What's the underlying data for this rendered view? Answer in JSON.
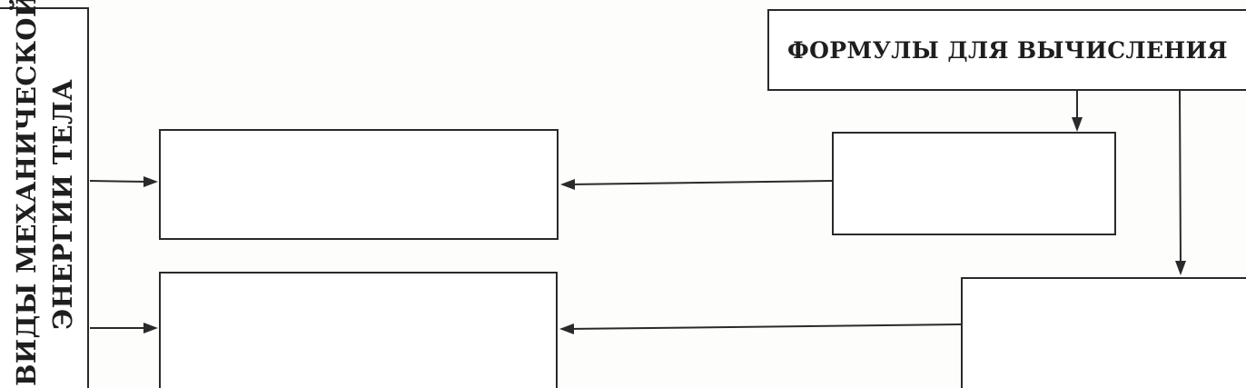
{
  "left_panel": {
    "line1": "ВИДЫ МЕХАНИЧЕСКОЙ",
    "line2": "ЭНЕРГИИ ТЕЛА"
  },
  "formula_header": {
    "label": "ФОРМУЛЫ ДЛЯ ВЫЧИСЛЕНИЯ"
  },
  "boxes": {
    "energy_1": "",
    "energy_2": "",
    "formula_1": "",
    "formula_2": ""
  },
  "colors": {
    "line": "#2a2a2a",
    "background": "#fdfdfb"
  }
}
